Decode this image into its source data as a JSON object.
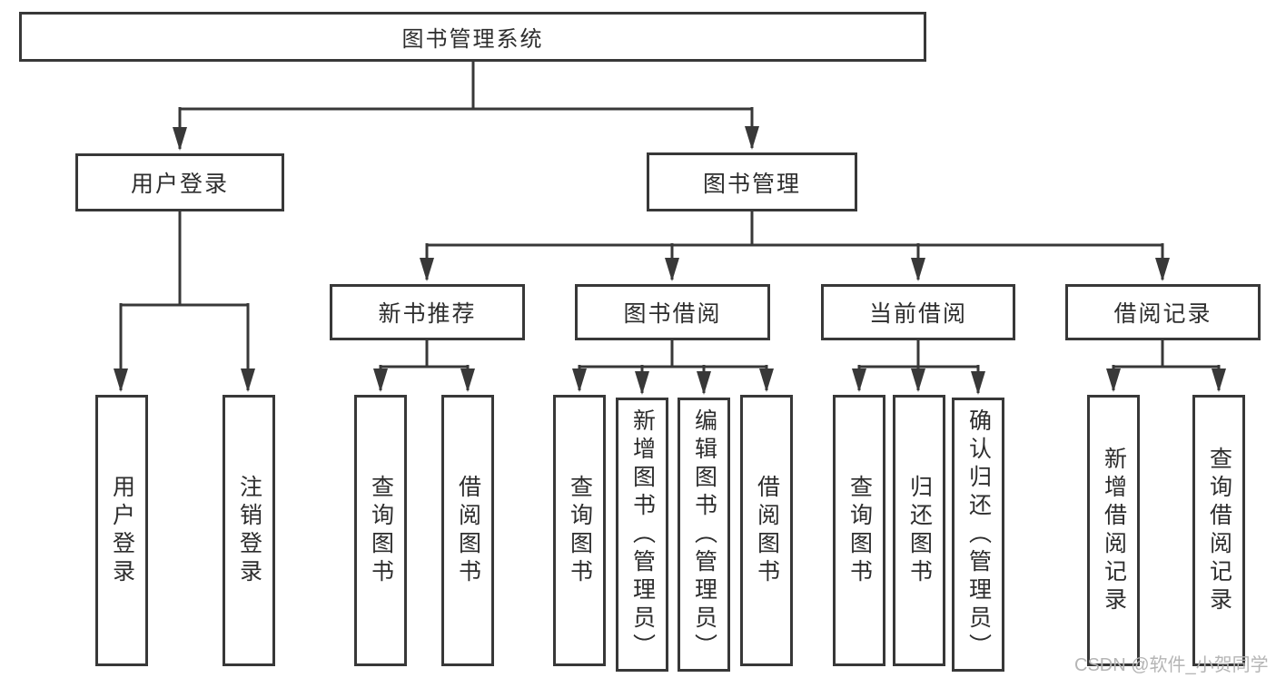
{
  "tree": {
    "root": {
      "label": "图书管理系统"
    },
    "branches": [
      {
        "label": "用户登录",
        "children": [
          {
            "label": "用户登录"
          },
          {
            "label": "注销登录"
          }
        ]
      },
      {
        "label": "图书管理",
        "groups": [
          {
            "label": "新书推荐",
            "children": [
              {
                "label": "查询图书"
              },
              {
                "label": "借阅图书"
              }
            ]
          },
          {
            "label": "图书借阅",
            "children": [
              {
                "label": "查询图书"
              },
              {
                "label": "新增图书（管理员）"
              },
              {
                "label": "编辑图书（管理员）"
              },
              {
                "label": "借阅图书"
              }
            ]
          },
          {
            "label": "当前借阅",
            "children": [
              {
                "label": "查询图书"
              },
              {
                "label": "归还图书"
              },
              {
                "label": "确认归还（管理员）"
              }
            ]
          },
          {
            "label": "借阅记录",
            "children": [
              {
                "label": "新增借阅记录"
              },
              {
                "label": "查询借阅记录"
              }
            ]
          }
        ]
      }
    ]
  },
  "watermark": "CSDN @软件_小贺同学",
  "colors": {
    "line": "#383838",
    "box_border": "#383838",
    "box_fill": "#ffffff",
    "text": "#2d2d2d",
    "watermark": "#b5b5b5"
  }
}
